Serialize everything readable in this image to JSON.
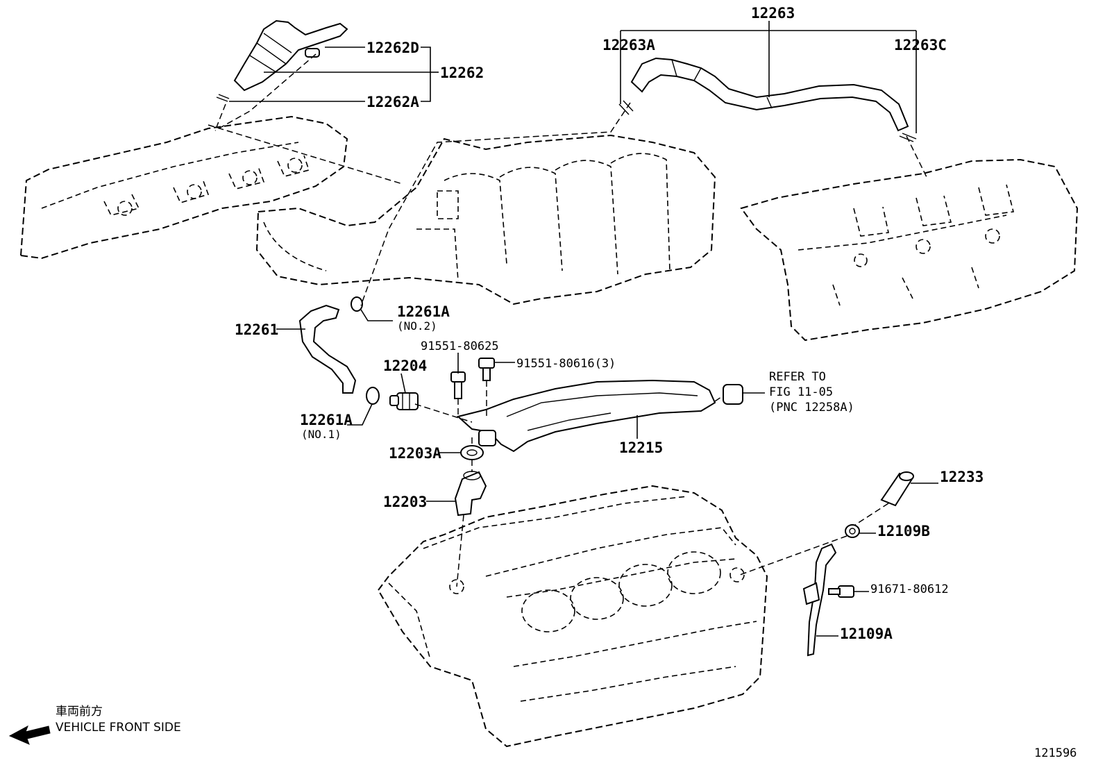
{
  "labels": {
    "p12263": "12263",
    "p12263A": "12263A",
    "p12263C": "12263C",
    "p12262D": "12262D",
    "p12262": "12262",
    "p12262A": "12262A",
    "p12261A_no2": "12261A",
    "no2": "(NO.2)",
    "p12261": "12261",
    "p91551_80625": "91551-80625",
    "p91551_80616": "91551-80616(3)",
    "p12204": "12204",
    "refer_line1": "REFER TO",
    "refer_line2": "FIG 11-05",
    "refer_line3": "(PNC 12258A)",
    "p12261A_no1": "12261A",
    "no1": "(NO.1)",
    "p12215": "12215",
    "p12203A": "12203A",
    "p12203": "12203",
    "p12233": "12233",
    "p12109B": "12109B",
    "p91671_80612": "91671-80612",
    "p12109A": "12109A"
  },
  "direction": {
    "japanese": "車両前方",
    "english": "VEHICLE FRONT SIDE",
    "icon": "arrow-left-icon"
  },
  "figure_number": "121596"
}
